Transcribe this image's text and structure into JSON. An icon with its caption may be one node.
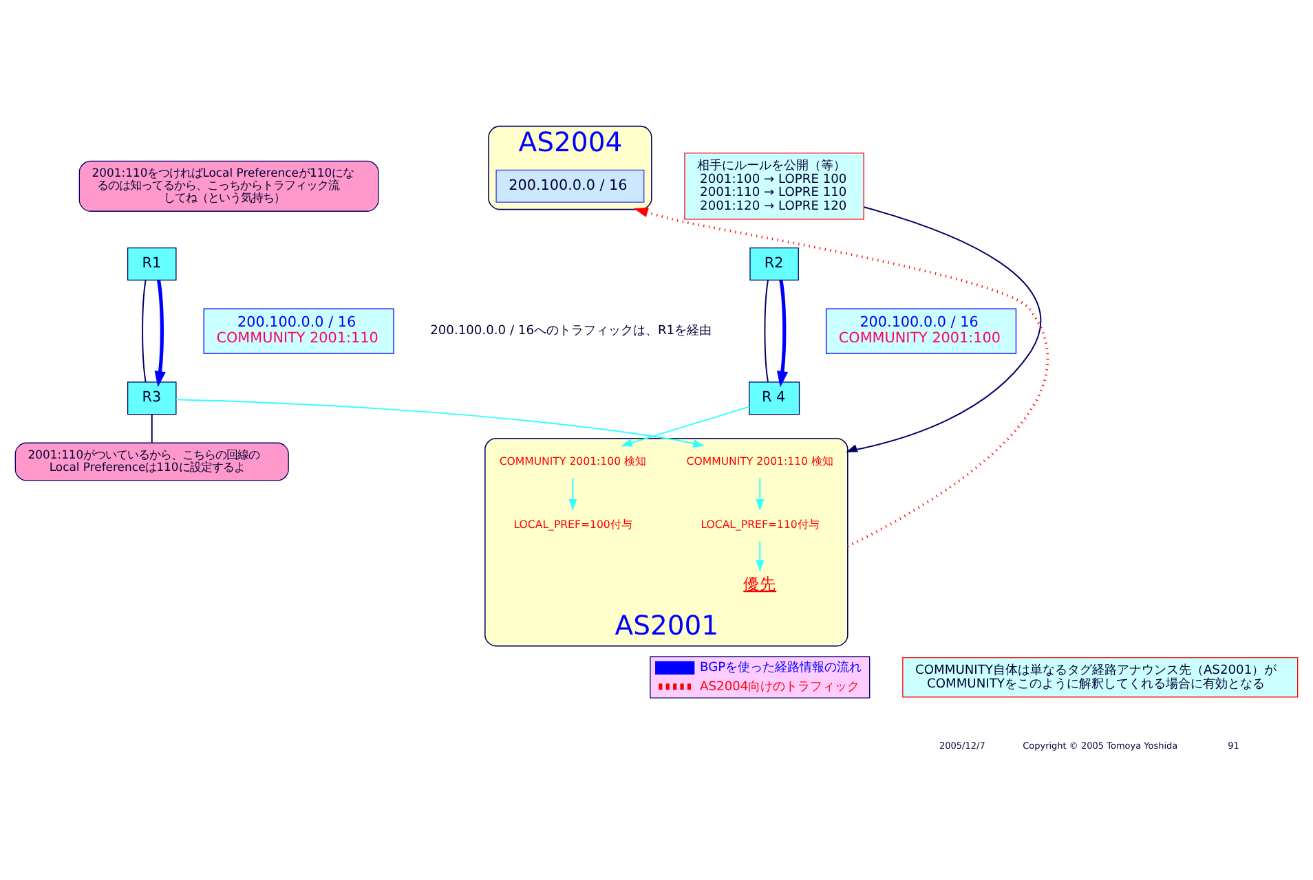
{
  "diagram": {
    "nodes": [
      {
        "text": [
          "AS2004"
        ]
      },
      {
        "text": [
          "200.100.0.0 / 16"
        ],
        "in": 0
      },
      {
        "text": [
          "2001:110をつければLocal Preferenceが110になるのは知ってるから、こっちからトラフィック流してね（という気持ち）"
        ]
      },
      {
        "text": [
          "相手にルールを公開（等）",
          "2001:100 → LOPRE 100",
          "2001:110 → LOPRE 110",
          "2001:120 → LOPRE 120"
        ]
      },
      {
        "text": [
          "R1"
        ]
      },
      {
        "text": [
          "R2"
        ]
      },
      {
        "text": [
          "200.100.0.0 / 16",
          "COMMUNITY 2001:110"
        ]
      },
      {
        "text": [
          "200.100.0.0 / 16",
          "COMMUNITY 2001:100"
        ]
      },
      {
        "text": [
          "AS2001"
        ]
      },
      {
        "text": [
          "R3"
        ]
      },
      {
        "text": [
          "R 4"
        ]
      },
      {
        "text": [
          "COMMUNITY 2001:110 検知"
        ],
        "in": 8
      },
      {
        "text": [
          "COMMUNITY 2001:100 検知"
        ],
        "in": 8
      },
      {
        "text": [
          "LOCAL_PREF=110付与"
        ],
        "in": 8
      },
      {
        "text": [
          "LOCAL_PREF=100付与"
        ],
        "in": 8
      },
      {
        "text": [
          "優先"
        ],
        "in": 8
      },
      {
        "text": [
          "2001:110がついているから、こちらの回線のLocal Preferenceは110に設定するよ"
        ]
      },
      {
        "text": [
          "COMMUNITY自体は単なるタグ経路アナウンス先（AS2001）がCOMMUNITYをこのように解釈してくれる場合に有効となる"
        ]
      }
    ],
    "edges": [
      {
        "from": 4,
        "to": 9,
        "arrow": "none",
        "color": "#000066"
      },
      {
        "from": 5,
        "to": 10,
        "arrow": "none",
        "color": "#000066"
      },
      {
        "from": 4,
        "to": 9,
        "arrow": "to",
        "style": "thick",
        "color": "#0000ff"
      },
      {
        "from": 5,
        "to": 10,
        "arrow": "to",
        "style": "thick",
        "color": "#0000ff"
      },
      {
        "from": 8,
        "to": 0,
        "arrow": "to",
        "style": "dashed",
        "color": "#ff0000"
      },
      {
        "from": 3,
        "to": 8,
        "arrow": "to",
        "color": "#000066"
      },
      {
        "from": 9,
        "to": 11,
        "arrow": "to",
        "color": "#33ffff"
      },
      {
        "from": 11,
        "to": 13,
        "arrow": "to",
        "color": "#33ffff"
      },
      {
        "from": 13,
        "to": 15,
        "arrow": "to",
        "color": "#33ffff"
      },
      {
        "from": 10,
        "to": 12,
        "arrow": "to",
        "color": "#33ffff"
      },
      {
        "from": 12,
        "to": 14,
        "arrow": "to",
        "color": "#33ffff"
      },
      {
        "from": 16,
        "to": 9,
        "arrow": "none",
        "color": "#000066"
      }
    ],
    "labels": [
      "200.100.0.0 / 16へのトラフィックは、R1を経由",
      "2005/12/7",
      "Copyright © 2005 Tomoya Yoshida",
      "91"
    ],
    "legend": [
      {
        "text": "BGPを使った経路情報の流れ"
      },
      {
        "text": "AS2004向けのトラフィック"
      }
    ]
  }
}
